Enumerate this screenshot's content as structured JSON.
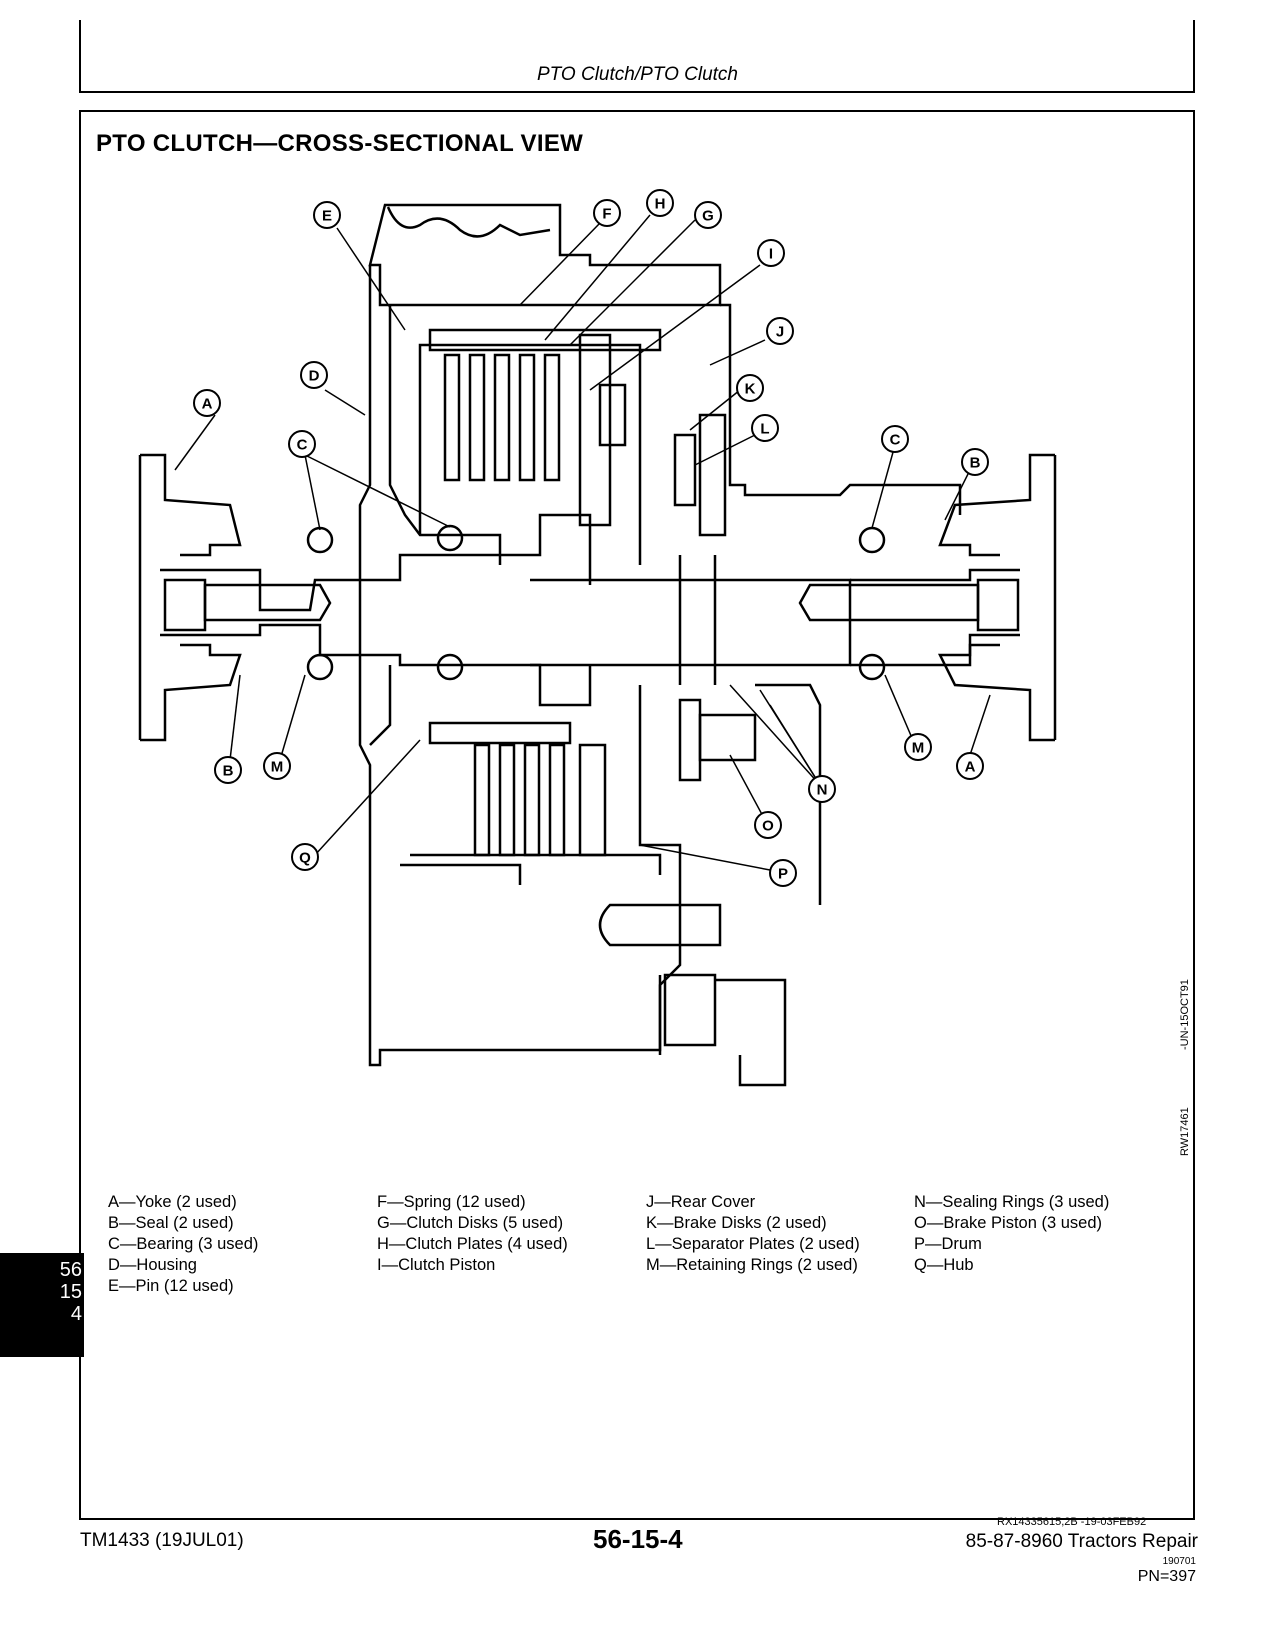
{
  "header": {
    "title": "PTO Clutch/PTO Clutch"
  },
  "section": {
    "title": "PTO CLUTCH—CROSS-SECTIONAL VIEW"
  },
  "callouts": {
    "a": "A",
    "b": "B",
    "c": "C",
    "d": "D",
    "e": "E",
    "f": "F",
    "g": "G",
    "h": "H",
    "i": "I",
    "j": "J",
    "k": "K",
    "l": "L",
    "m": "M",
    "n": "N",
    "o": "O",
    "p": "P",
    "q": "Q"
  },
  "legend": {
    "col1": [
      "A—Yoke (2 used)",
      "B—Seal (2 used)",
      "C—Bearing (3 used)",
      "D—Housing",
      "E—Pin (12 used)"
    ],
    "col2": [
      "F—Spring (12 used)",
      "G—Clutch Disks (5 used)",
      "H—Clutch Plates (4 used)",
      "I—Clutch Piston"
    ],
    "col3": [
      "J—Rear Cover",
      "K—Brake Disks (2 used)",
      "L—Separator Plates (2 used)",
      "M—Retaining Rings (2 used)"
    ],
    "col4": [
      "N—Sealing Rings (3 used)",
      "O—Brake Piston (3 used)",
      "P—Drum",
      "Q—Hub"
    ]
  },
  "side_codes": {
    "code1": "-UN-15OCT91",
    "code2": "RW17461"
  },
  "ref_code": "RX14335615,2B   -19-03FEB92",
  "footer": {
    "left": "TM1433  (19JUL01)",
    "center": "56-15-4",
    "right": "85-87-8960 Tractors Repair",
    "date": "190701",
    "pn": "PN=397"
  },
  "tab": {
    "line1": "56",
    "line2": "15",
    "line3": "4"
  }
}
